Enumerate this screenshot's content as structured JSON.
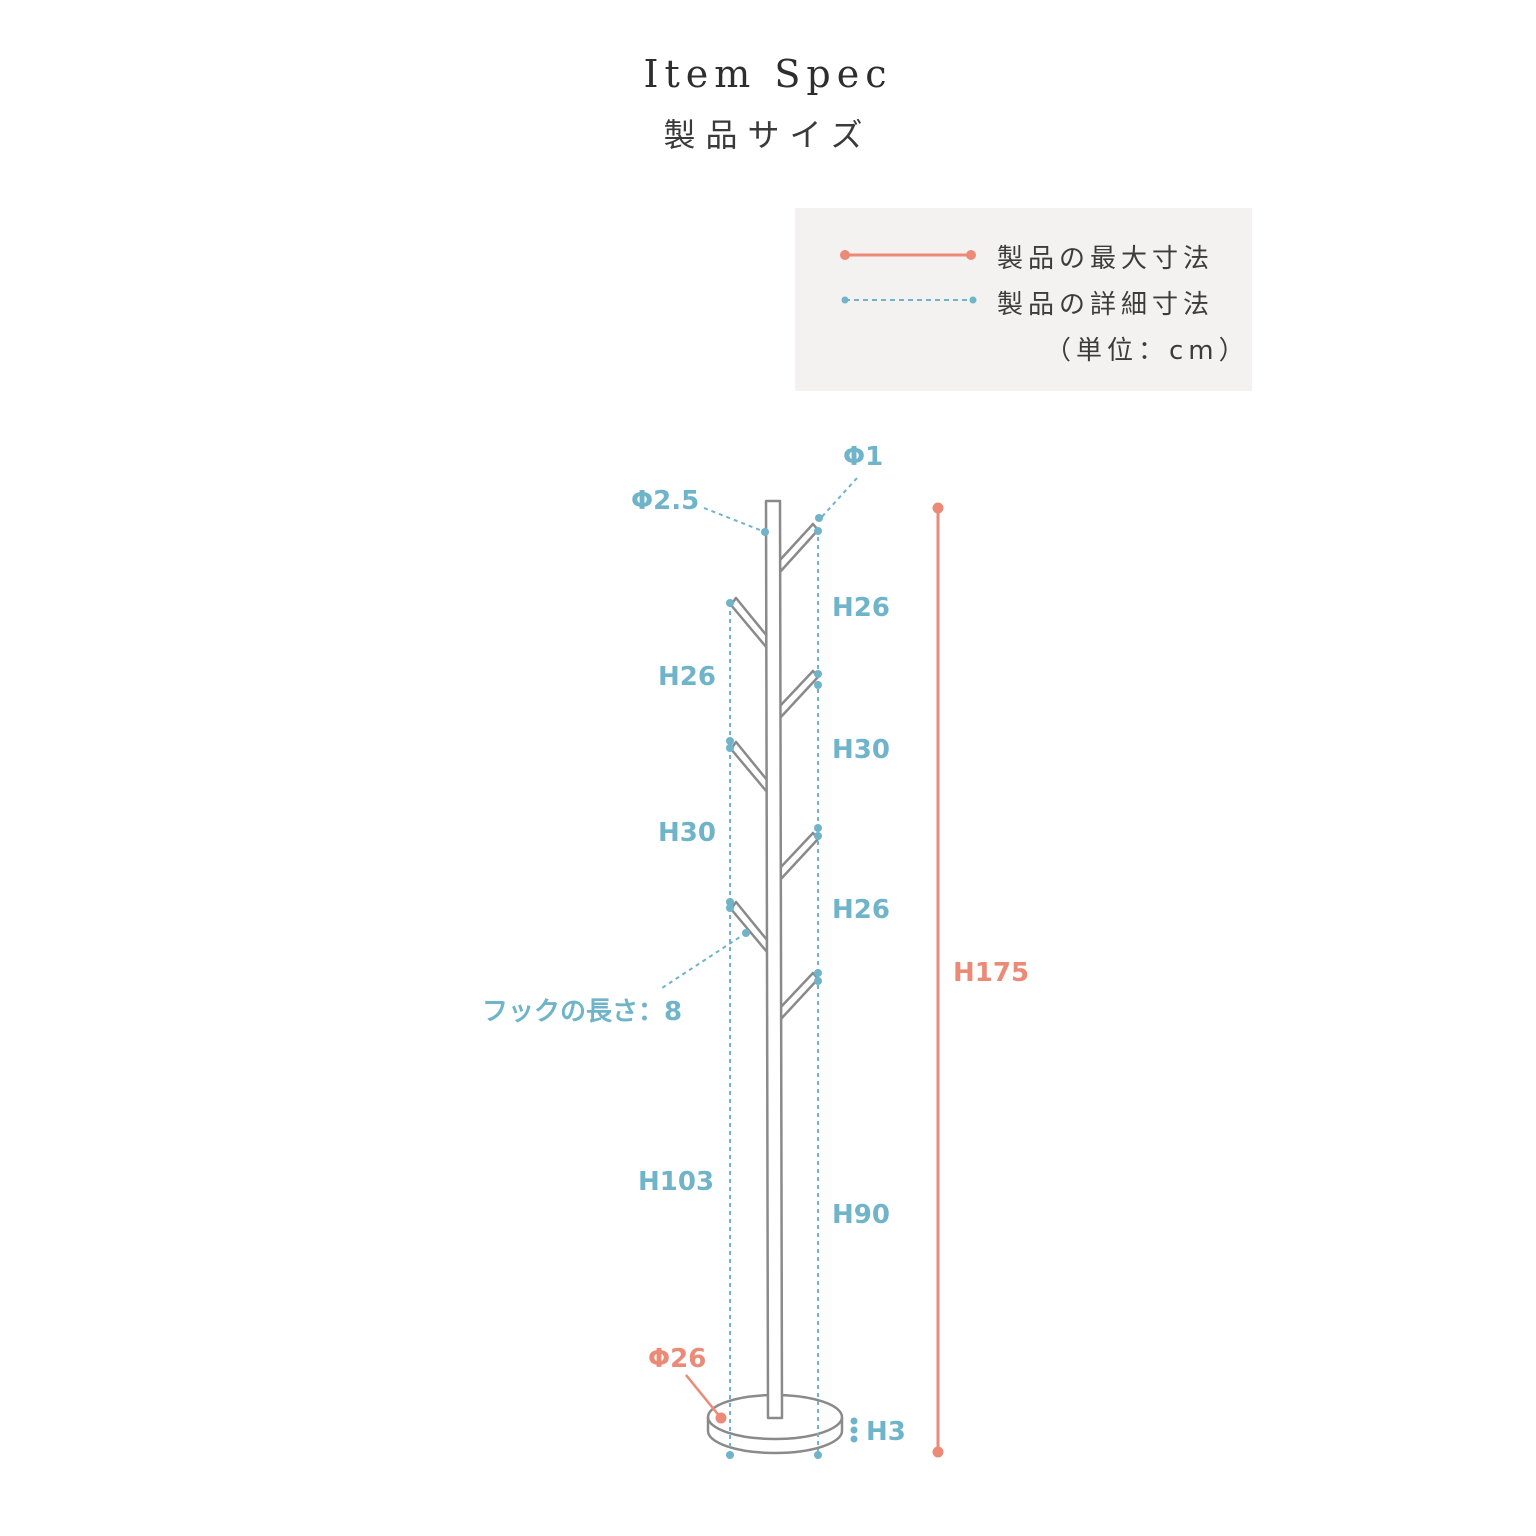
{
  "header": {
    "title_en": "Item Spec",
    "title_ja": "製品サイズ"
  },
  "legend": {
    "max_label": "製品の最大寸法",
    "detail_label": "製品の詳細寸法",
    "unit_label": "（単位：cm）"
  },
  "dimensions": {
    "top_post_diameter": "Φ2.5",
    "hook_tip_diameter": "Φ1",
    "right_h26_top": "H26",
    "left_h26": "H26",
    "right_h30": "H30",
    "left_h30": "H30",
    "right_h26_bottom": "H26",
    "hook_length": "フックの長さ：8",
    "total_height": "H175",
    "left_h103": "H103",
    "right_h90": "H90",
    "base_diameter": "Φ26",
    "base_height": "H3"
  },
  "colors": {
    "max_dimension": "#ec8a78",
    "detail_dimension": "#6fb4c9",
    "product_outline": "#8a8a8a"
  }
}
